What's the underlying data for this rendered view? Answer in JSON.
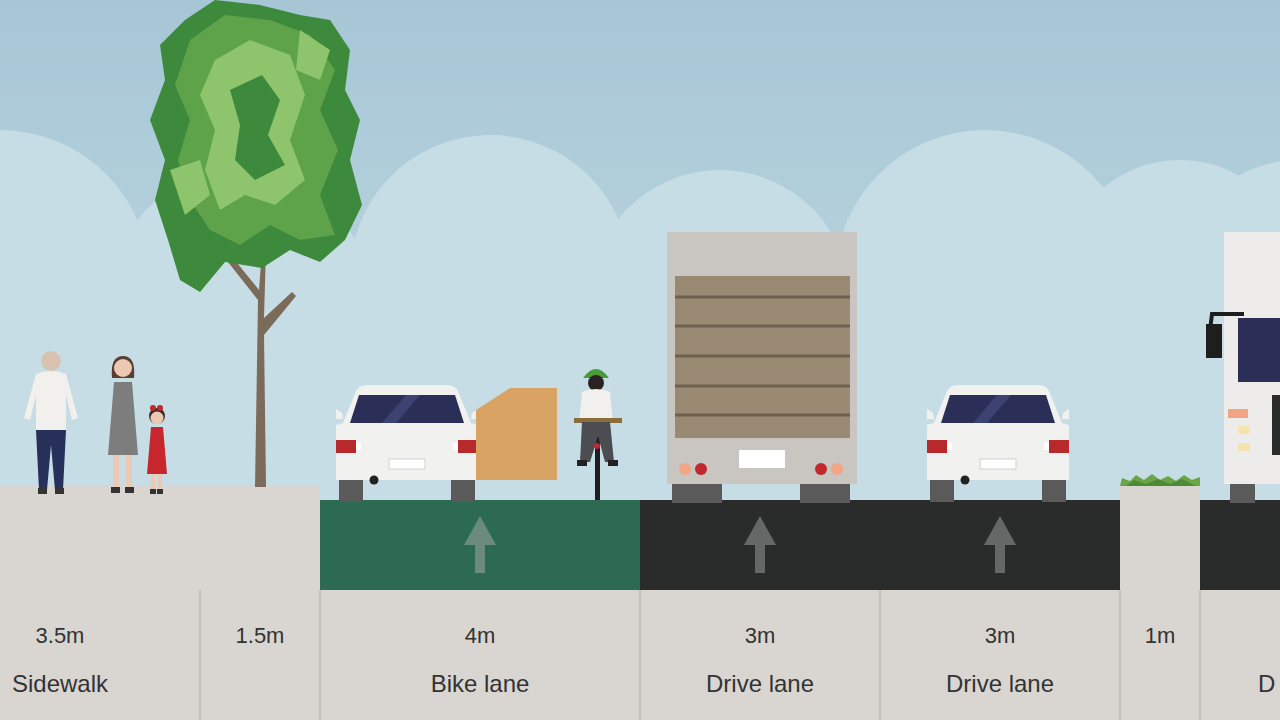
{
  "diagram": {
    "nodes": [
      {
        "text": [
          "3.5m",
          "Sidewalk"
        ]
      },
      {
        "text": [
          "1.5m"
        ]
      },
      {
        "text": [
          "4m",
          "Bike lane"
        ]
      },
      {
        "text": [
          "3m",
          "Drive lane"
        ]
      },
      {
        "text": [
          "3m",
          "Drive lane"
        ]
      },
      {
        "text": [
          "1m"
        ]
      },
      {
        "text": [
          "D"
        ]
      }
    ]
  }
}
